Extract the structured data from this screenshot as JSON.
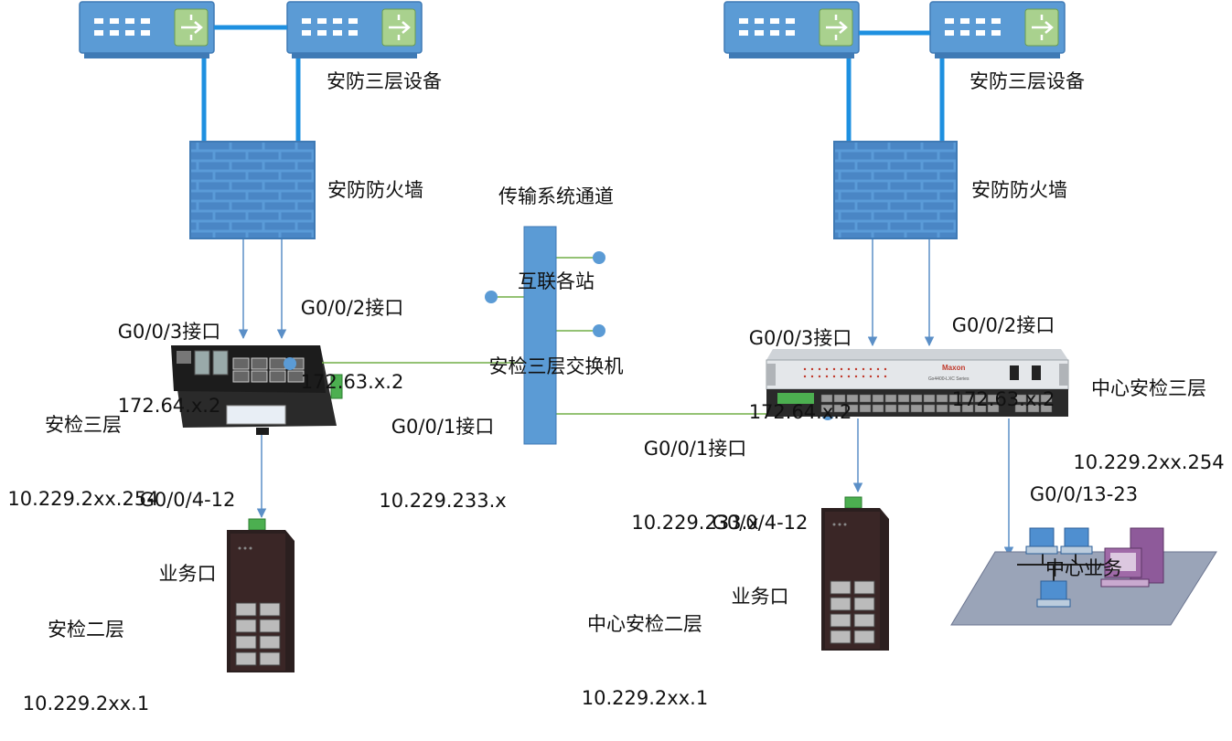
{
  "labels": {
    "left_security_l3_device": "安防三层设备",
    "right_security_l3_device": "安防三层设备",
    "left_firewall": "安防防火墙",
    "right_firewall": "安防防火墙",
    "transport": [
      "传输系统通道",
      "互联各站",
      "安检三层交换机"
    ],
    "left_g003": [
      "G0/0/3接口",
      "172.64.x.2"
    ],
    "left_g002": [
      "G0/0/2接口",
      "172.63.x.2"
    ],
    "right_g003": [
      "G0/0/3接口",
      "172.64.x.2"
    ],
    "right_g002": [
      "G0/0/2接口",
      "172.63.x.2"
    ],
    "left_l3": [
      "安检三层",
      "10.229.2xx.254"
    ],
    "left_g001": [
      "G0/0/1接口",
      "10.229.233.x"
    ],
    "right_g001": [
      "G0/0/1接口",
      "10.229.233.x"
    ],
    "center_l3": [
      "中心安检三层",
      "10.229.2xx.254"
    ],
    "left_service_ports": [
      "G0/0/4-12",
      "业务口"
    ],
    "right_service_ports": [
      "G0/0/4-12",
      "业务口"
    ],
    "center_service": [
      "G0/0/13-23",
      "中心业务"
    ],
    "left_l2": [
      "安检二层",
      "10.229.2xx.1"
    ],
    "center_l2": [
      "中心安检二层",
      "10.229.2xx.1"
    ]
  },
  "device_text": {
    "rack_brand": "Maxon",
    "rack_model": "Gx4400-LXC Series"
  },
  "colors": {
    "link_blue": "#1e90e0",
    "device_blue": "#5b9bd5",
    "arrow": "#5b8fc7",
    "green_line": "#70ad47",
    "firewall": "#4f8fd0"
  }
}
